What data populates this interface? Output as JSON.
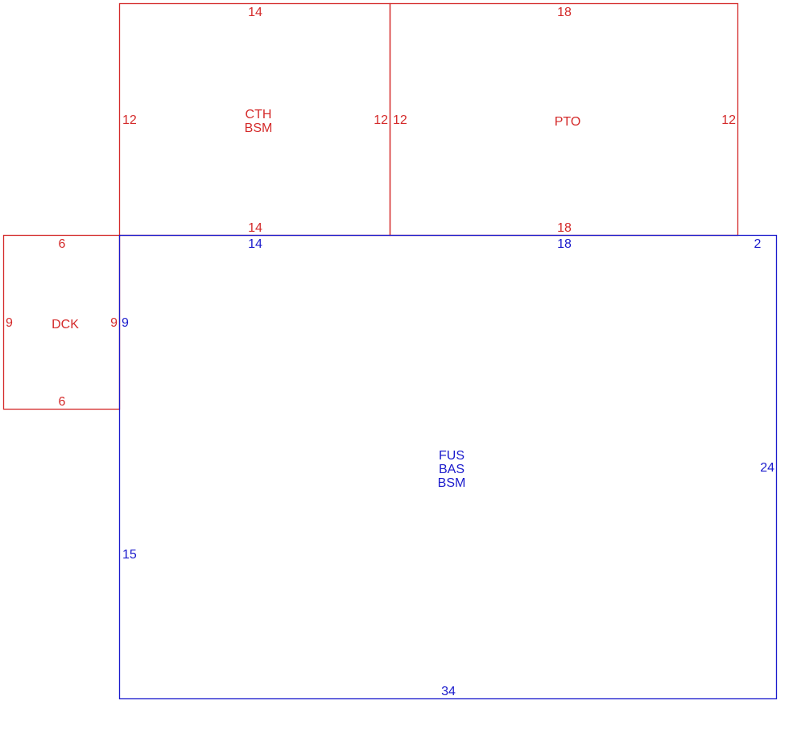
{
  "colors": {
    "addition": "#d42a2a",
    "main": "#1a1acc"
  },
  "areas": {
    "cth": {
      "codes": [
        "CTH",
        "BSM"
      ],
      "dims": {
        "top": "14",
        "left": "12",
        "right": "12",
        "bottom": "14"
      }
    },
    "pto": {
      "codes": [
        "PTO"
      ],
      "dims": {
        "top": "18",
        "left": "12",
        "right": "12",
        "bottom": "18"
      }
    },
    "dck": {
      "codes": [
        "DCK"
      ],
      "dims": {
        "top": "6",
        "left": "9",
        "right": "9",
        "bottom": "6"
      }
    },
    "main": {
      "codes": [
        "FUS",
        "BAS",
        "BSM"
      ],
      "dims": {
        "top_left": "14",
        "top_right": "18",
        "top_corner": "2",
        "left_upper": "9",
        "left_lower": "15",
        "right": "24",
        "bottom": "34"
      }
    }
  }
}
